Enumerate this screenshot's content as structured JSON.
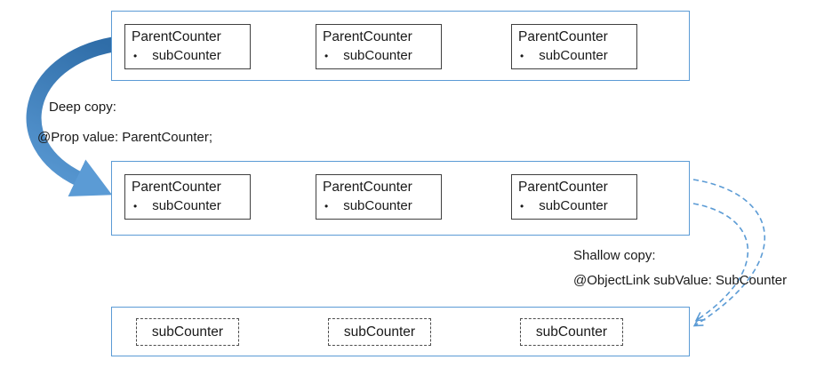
{
  "bullet": "•",
  "groups": {
    "original": {
      "items": [
        {
          "title": "ParentCounter",
          "sub": "subCounter"
        },
        {
          "title": "ParentCounter",
          "sub": "subCounter"
        },
        {
          "title": "ParentCounter",
          "sub": "subCounter"
        }
      ]
    },
    "deep_copy": {
      "items": [
        {
          "title": "ParentCounter",
          "sub": "subCounter"
        },
        {
          "title": "ParentCounter",
          "sub": "subCounter"
        },
        {
          "title": "ParentCounter",
          "sub": "subCounter"
        }
      ]
    },
    "shallow_copy": {
      "items": [
        {
          "label": "subCounter"
        },
        {
          "label": "subCounter"
        },
        {
          "label": "subCounter"
        }
      ]
    }
  },
  "annotations": {
    "deep_copy": {
      "title": "Deep copy:",
      "code": "@Prop value: ParentCounter;"
    },
    "shallow_copy": {
      "title": "Shallow copy:",
      "code": "@ObjectLink subValue: SubCounter"
    }
  },
  "colors": {
    "container_border": "#5b9bd5",
    "box_border": "#404040",
    "dashed_box_border": "#4d4d4d",
    "arrow_dark": "#2f6da8",
    "arrow_light": "#5b9bd5",
    "dashed_arrow": "#5b9bd5",
    "text": "#1a1a1a"
  }
}
